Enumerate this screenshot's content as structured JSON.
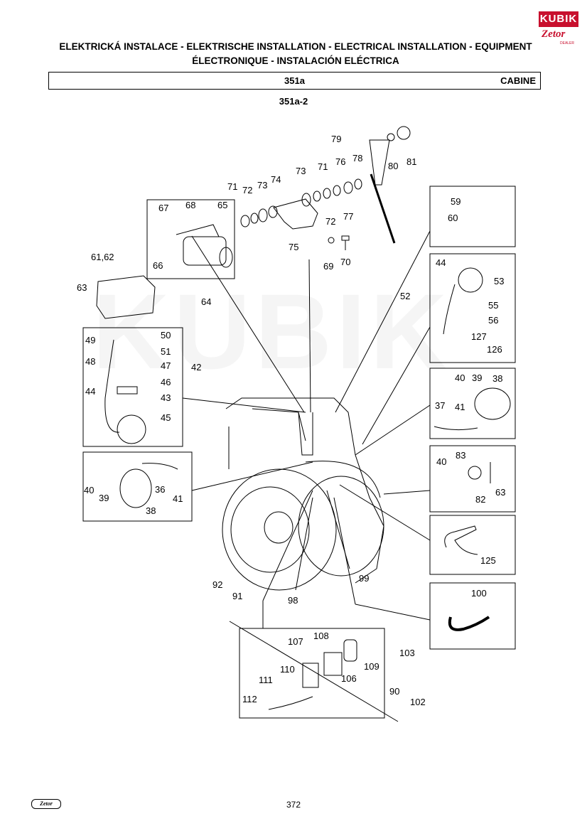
{
  "brand": {
    "top": "KUBIK",
    "bottom": "Zetor",
    "sub": "DEALER",
    "color": "#c8102e"
  },
  "header": {
    "title_line1": "ELEKTRICKÁ INSTALACE - ELEKTRISCHE INSTALLATION - ELECTRICAL INSTALLATION - EQUIPMENT",
    "title_line2": "ÉLECTRONIQUE - INSTALACIÓN ELÉCTRICA",
    "code": "351a",
    "section": "CABINE",
    "subcode": "351a-2"
  },
  "diagram": {
    "labels": [
      "79",
      "81",
      "80",
      "78",
      "76",
      "71",
      "73",
      "74",
      "72",
      "71",
      "73",
      "77",
      "72",
      "75",
      "67",
      "68",
      "65",
      "66",
      "64",
      "69",
      "70",
      "61,62",
      "63",
      "59",
      "60",
      "44",
      "53",
      "52",
      "55",
      "56",
      "127",
      "126",
      "49",
      "50",
      "51",
      "48",
      "47",
      "42",
      "46",
      "44",
      "43",
      "45",
      "40",
      "39",
      "38",
      "37",
      "41",
      "40",
      "83",
      "63",
      "82",
      "40",
      "39",
      "36",
      "41",
      "38",
      "125",
      "99",
      "100",
      "98",
      "92",
      "91",
      "108",
      "107",
      "103",
      "109",
      "110",
      "106",
      "111",
      "112",
      "90",
      "102"
    ]
  },
  "footer": {
    "logo": "Zetor",
    "page_number": "372"
  }
}
